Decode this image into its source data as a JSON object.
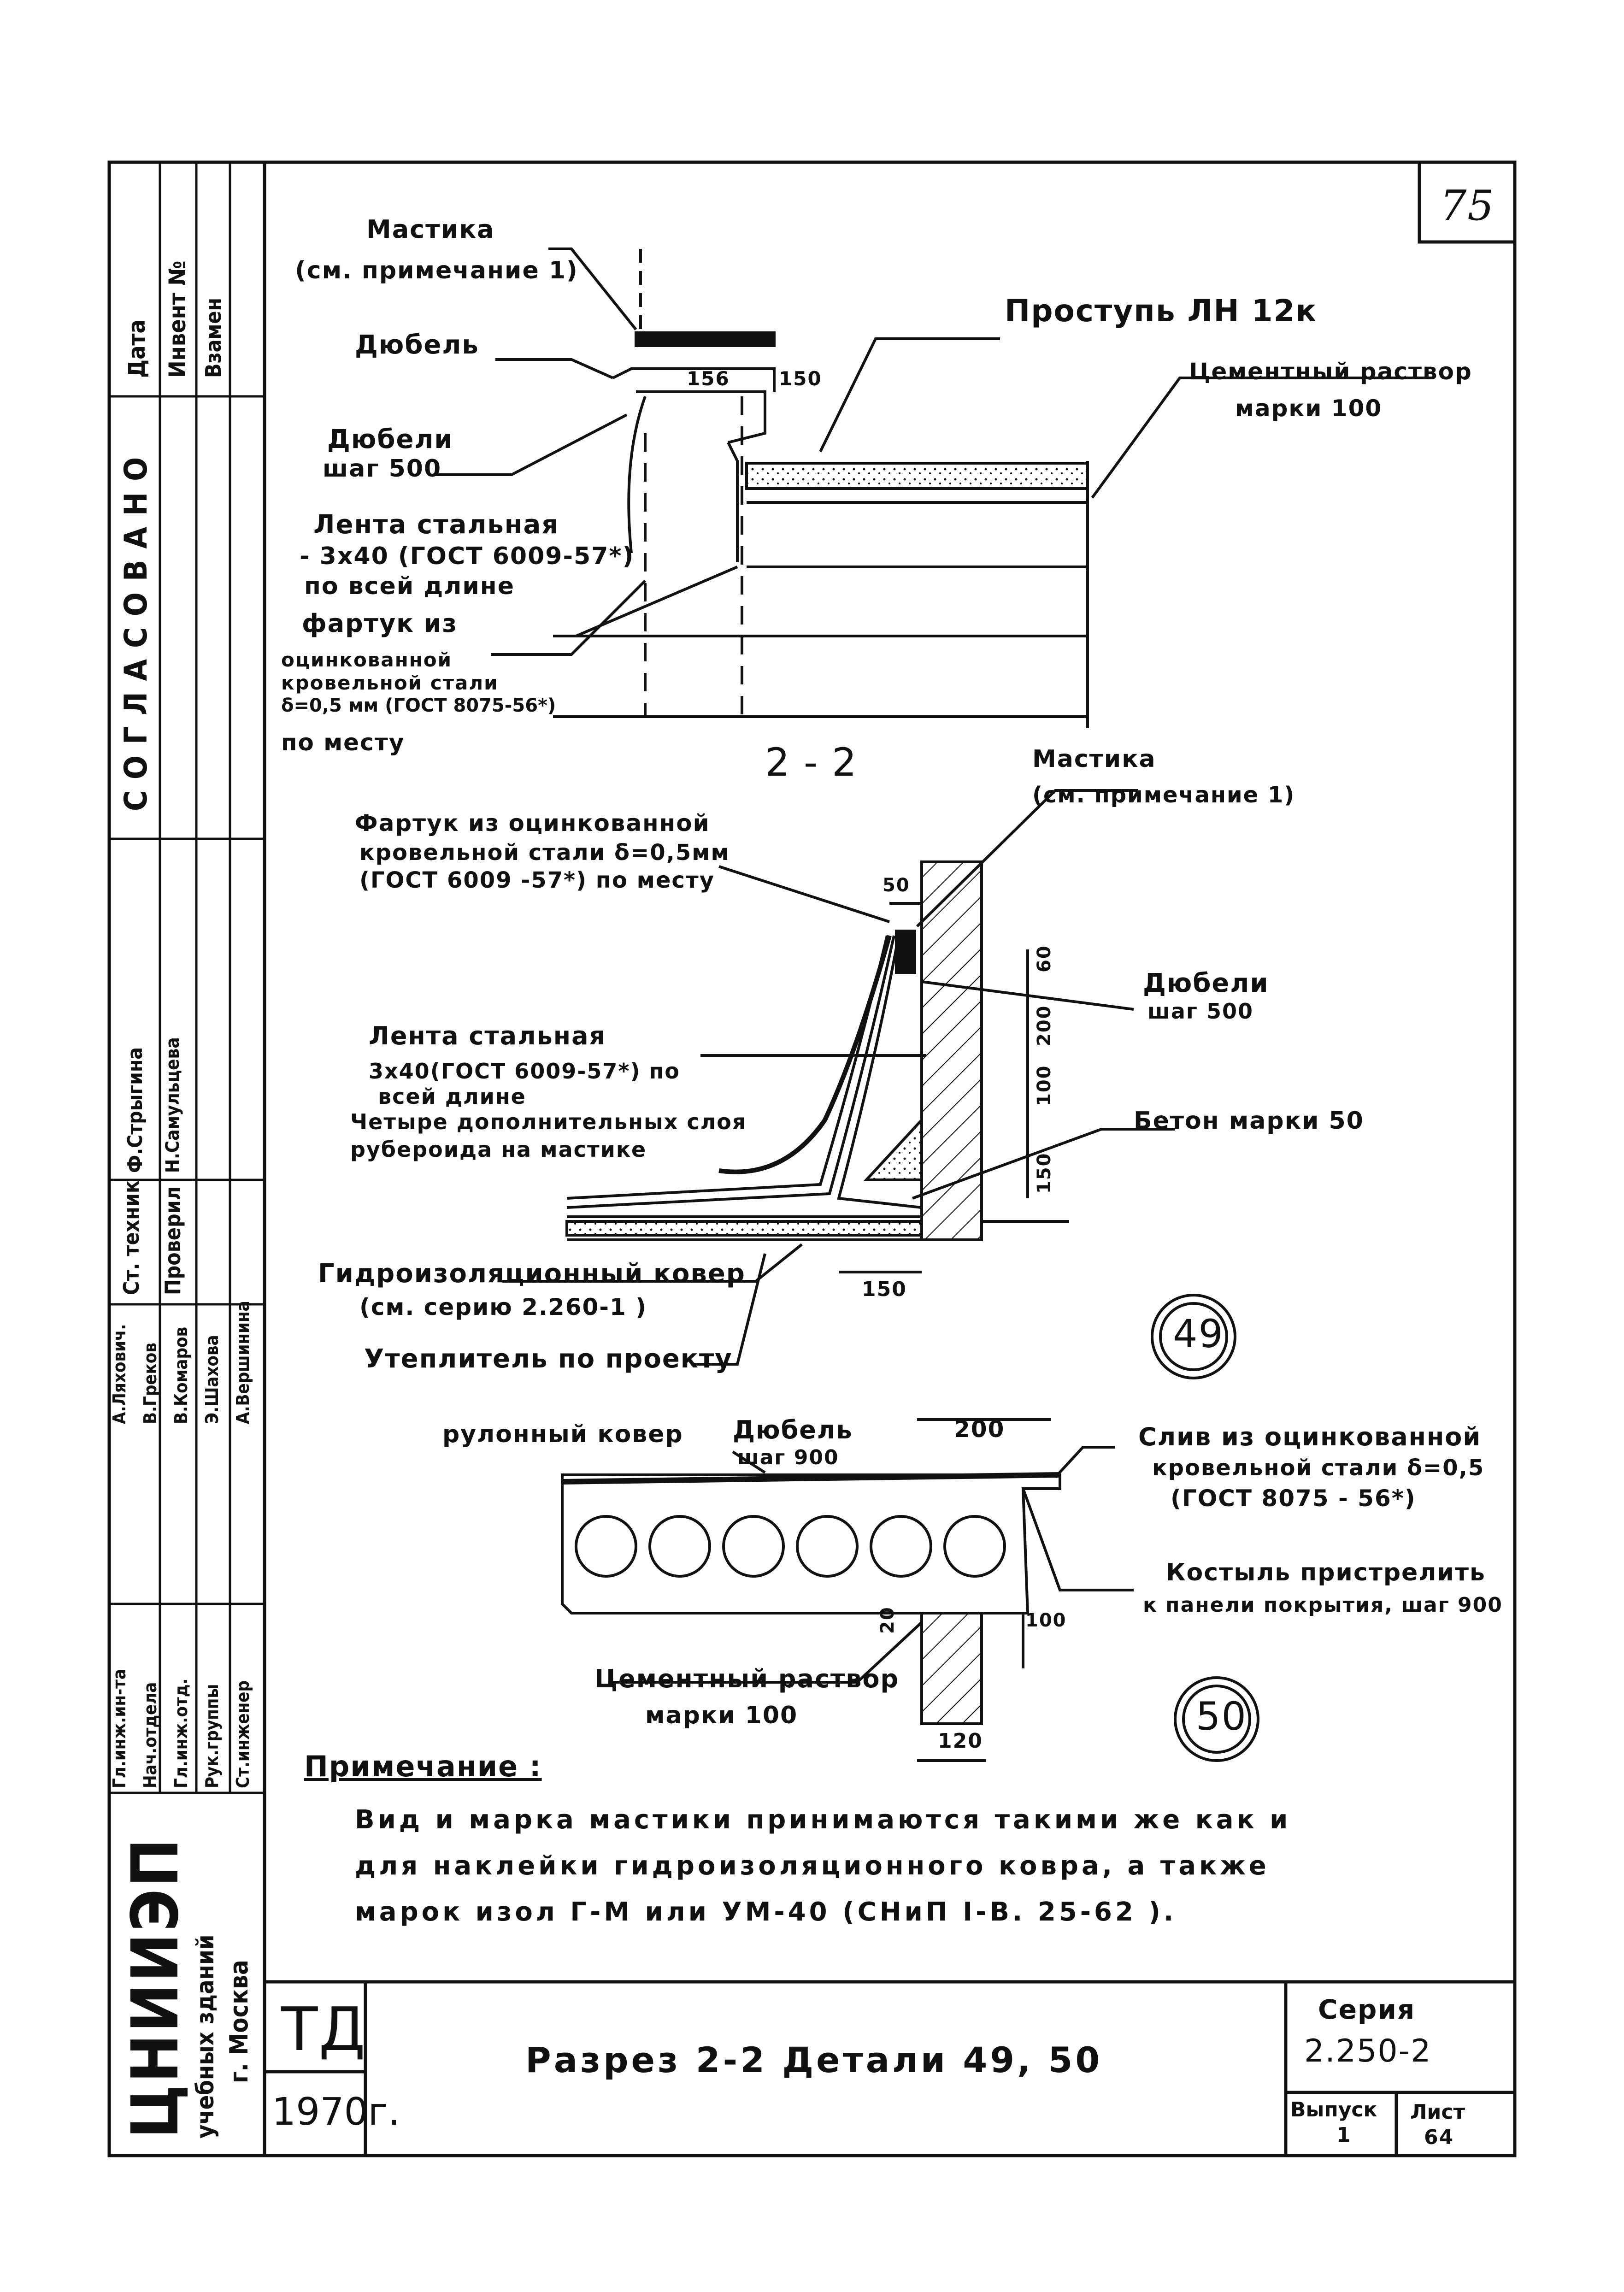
{
  "sheet": {
    "page_number": "75",
    "org": {
      "name": "ЦНИИЭП",
      "line1": "учебных зданий",
      "line2": "г. Москва"
    },
    "td": "ТД",
    "year": "1970г.",
    "title": "Разрез 2-2   Детали 49, 50",
    "series_label": "Серия",
    "series_value": "2.250-2",
    "issue_label": "Выпуск",
    "issue_value": "1",
    "sheet_label": "Лист",
    "sheet_value": "64"
  },
  "side_stamp": {
    "date": "Дата",
    "inv": "Инвент №",
    "replace": "Взамен",
    "agreed": "СОГЛАСОВАНО",
    "st_tech": "Ст. техник",
    "checked": "Проверил",
    "st_tech_name": "Ф.Стрыгина",
    "checked_name": "Н.Самульцева",
    "roles": [
      "Гл.инж.ин-та",
      "Нач.отдела",
      "Гл.инж.отд.",
      "Рук.группы",
      "Ст.инженер"
    ],
    "names": [
      "А.Ляхович.",
      "В.Греков",
      "В.Комаров",
      "Э.Шахова",
      "А.Вершинина"
    ]
  },
  "top_detail": {
    "mastika": "Мастика",
    "mastika_note": "(см. примечание 1)",
    "dubel": "Дюбель",
    "dubeli": "Дюбели",
    "dubeli_step": "шаг 500",
    "lenta1": "Лента стальная",
    "lenta2": "- 3х40 (ГОСТ 6009-57*)",
    "lenta3": "по всей длине",
    "fartuk1": "фартук из",
    "fartuk2": "оцинкованной",
    "fartuk3": "кровельной стали",
    "fartuk4": "δ=0,5 мм (ГОСТ 8075-56*)",
    "fartuk5": "по месту",
    "dim_156": "156",
    "dim_150": "150",
    "prostup": "Проступь ЛН 12к",
    "cement1": "Цементный раствор",
    "cement2": "марки 100"
  },
  "section_22": {
    "title": "2 - 2",
    "mastika": "Мастика",
    "mastika_note": "(см. примечание 1)",
    "fartuk1": "Фартук из оцинкованной",
    "fartuk2": "кровельной стали δ=0,5мм",
    "fartuk3": "(ГОСТ 6009 -57*)  по месту",
    "dubeli": "Дюбели",
    "dubeli_step": "шаг 500",
    "lenta1": "Лента стальная",
    "lenta2": "3х40(ГОСТ 6009-57*) по",
    "lenta3": "всей длине",
    "layers1": "Четыре дополнительных слоя",
    "layers2": "рубероида на мастике",
    "beton": "Бетон марки 50",
    "kover1": "Гидроизоляционный ковер",
    "kover2": "(см. серию 2.260-1 )",
    "uteplitel": "Утеплитель по проекту",
    "dims": [
      "50",
      "60",
      "200",
      "100",
      "150",
      "150"
    ],
    "detail": "49"
  },
  "detail_50": {
    "rulon": "рулонный ковер",
    "dubel": "Дюбель",
    "dubel_step": "шаг 900",
    "dim_200": "200",
    "sliv1": "Слив из оцинкованной",
    "sliv2": "кровельной стали δ=0,5",
    "sliv3": "(ГОСТ 8075 - 56*)",
    "kostyl1": "Костыль пристрелить",
    "kostyl2": "к панели покрытия, шаг 900",
    "dim_20": "20",
    "dim_100": "100",
    "dim_120": "120",
    "cement1": "Цементный раствор",
    "cement2": "марки 100",
    "detail": "50"
  },
  "note": {
    "heading": "Примечание :",
    "line1": "Вид и марка мастики принимаются такими же  как и",
    "line2": "для наклейки  гидроизоляционного ковра, а также",
    "line3": "марок   изол Г-М  или  УМ-40   (СНиП I-В. 25-62 )."
  },
  "colors": {
    "ink": "#111111",
    "paper": "#ffffff"
  }
}
